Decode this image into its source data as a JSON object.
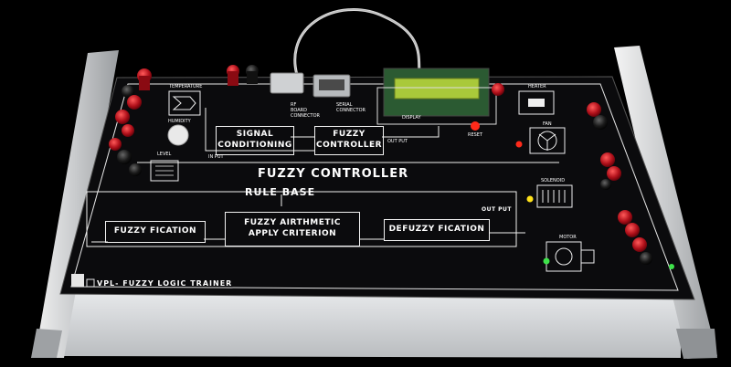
{
  "panel": {
    "section_title": "FUZZY CONTROLLER",
    "rule_base": "RULE BASE",
    "output_label": "OUT PUT",
    "brand_title": "VPL- FUZZY LOGIC TRAINER"
  },
  "blocks": {
    "signal_conditioning": [
      "SIGNAL",
      "CONDITIONING"
    ],
    "fuzzy_controller": [
      "FUZZY",
      "CONTROLLER"
    ],
    "fuzzy_fication": "FUZZY FICATION",
    "fuzzy_arithmetic": [
      "FUZZY AIRTHMETIC",
      "APPLY CRITERION"
    ],
    "defuzzy_fication": "DEFUZZY FICATION"
  },
  "sensors": {
    "temperature": "TEMPERATURE",
    "humidity": "HUMIDITY",
    "level": "LEVEL"
  },
  "actuators": {
    "heater": "HEATER",
    "fan": "FAN",
    "solenoid": "SOLENOID",
    "motor": "MOTOR"
  },
  "small_labels": {
    "display": "DISPLAY",
    "reset": "RESET",
    "rf_board": "RF BOARD CONNECTOR",
    "serial": "SERIAL CONNECTOR",
    "out_put_small": "OUT PUT",
    "in_put": "IN PUT"
  },
  "lcd": {
    "backlight": "#a9c93a"
  },
  "colors": {
    "panel": "#0b0b0d",
    "chassis": "#d9dbdd",
    "terminal_red": "#b0101a",
    "terminal_black": "#151515",
    "led_red": "#ff2a1a",
    "led_yellow": "#ffe21a",
    "led_green": "#3ee24a"
  }
}
